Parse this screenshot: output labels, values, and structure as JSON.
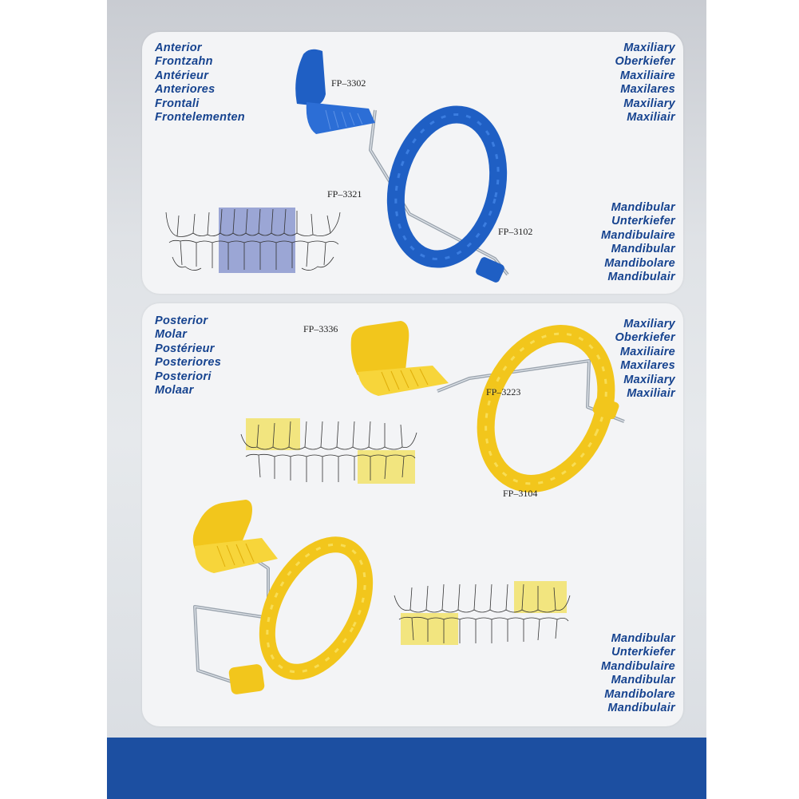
{
  "top_panel": {
    "left_labels": [
      "Anterior",
      "Frontzahn",
      "Antérieur",
      "Anteriores",
      "Frontali",
      "Frontelementen"
    ],
    "maxillary_labels": [
      "Maxiliary",
      "Oberkiefer",
      "Maxiliaire",
      "Maxilares",
      "Maxiliary",
      "Maxiliair"
    ],
    "mandibular_labels": [
      "Mandibular",
      "Unterkiefer",
      "Mandibulaire",
      "Mandibular",
      "Mandibolare",
      "Mandibulair"
    ],
    "codes": {
      "bite_block": "FP–3302",
      "arm": "FP–3321",
      "ring": "FP–3102"
    },
    "color": "#1f5fc4"
  },
  "bottom_panel": {
    "left_labels": [
      "Posterior",
      "Molar",
      "Postérieur",
      "Posteriores",
      "Posteriori",
      "Molaar"
    ],
    "maxillary_labels": [
      "Maxiliary",
      "Oberkiefer",
      "Maxiliaire",
      "Maxilares",
      "Maxiliary",
      "Maxiliair"
    ],
    "mandibular_labels": [
      "Mandibular",
      "Unterkiefer",
      "Mandibulaire",
      "Mandibular",
      "Mandibolare",
      "Mandibulair"
    ],
    "codes": {
      "bite_block": "FP–3336",
      "arm": "FP–3223",
      "ring": "FP–3104"
    },
    "color": "#f2c61c"
  },
  "colors": {
    "label_blue": "#16438f",
    "footer_blue": "#1c4fa1"
  }
}
